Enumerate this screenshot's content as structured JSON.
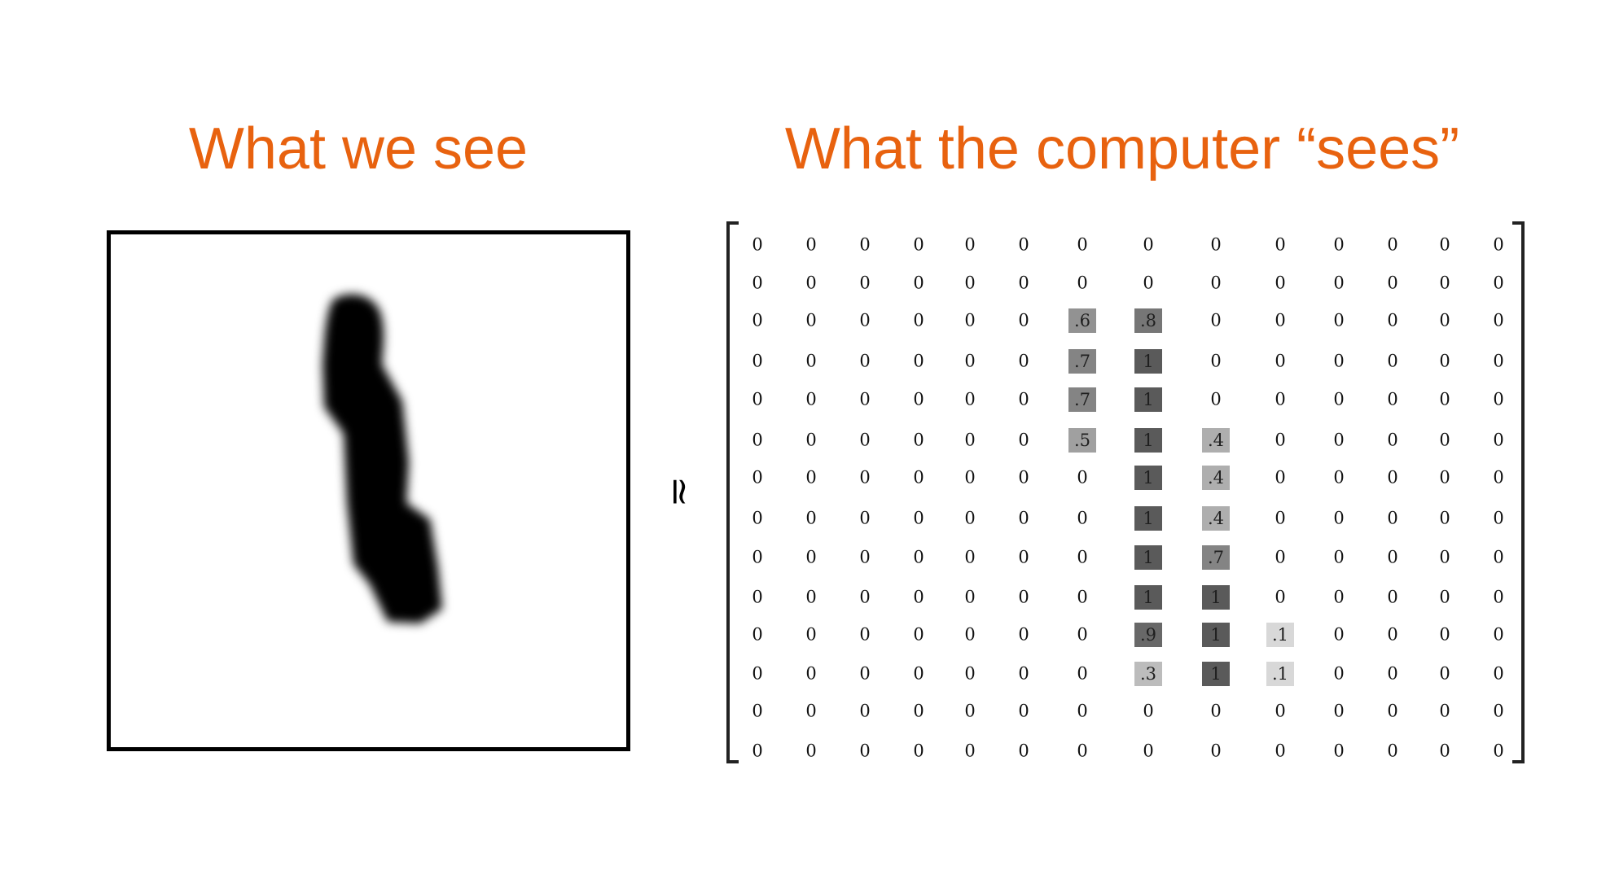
{
  "headings": {
    "left": "What we see",
    "right": "What the computer “sees”"
  },
  "accent_color": "#e8620f",
  "approx_symbol": "≃",
  "matrix": {
    "rows": [
      [
        "0",
        "0",
        "0",
        "0",
        "0",
        "0",
        "0",
        "0",
        "0",
        "0",
        "0",
        "0",
        "0",
        "0"
      ],
      [
        "0",
        "0",
        "0",
        "0",
        "0",
        "0",
        "0",
        "0",
        "0",
        "0",
        "0",
        "0",
        "0",
        "0"
      ],
      [
        "0",
        "0",
        "0",
        "0",
        "0",
        "0",
        ".6",
        ".8",
        "0",
        "0",
        "0",
        "0",
        "0",
        "0"
      ],
      [
        "0",
        "0",
        "0",
        "0",
        "0",
        "0",
        ".7",
        "1",
        "0",
        "0",
        "0",
        "0",
        "0",
        "0"
      ],
      [
        "0",
        "0",
        "0",
        "0",
        "0",
        "0",
        ".7",
        "1",
        "0",
        "0",
        "0",
        "0",
        "0",
        "0"
      ],
      [
        "0",
        "0",
        "0",
        "0",
        "0",
        "0",
        ".5",
        "1",
        ".4",
        "0",
        "0",
        "0",
        "0",
        "0"
      ],
      [
        "0",
        "0",
        "0",
        "0",
        "0",
        "0",
        "0",
        "1",
        ".4",
        "0",
        "0",
        "0",
        "0",
        "0"
      ],
      [
        "0",
        "0",
        "0",
        "0",
        "0",
        "0",
        "0",
        "1",
        ".4",
        "0",
        "0",
        "0",
        "0",
        "0"
      ],
      [
        "0",
        "0",
        "0",
        "0",
        "0",
        "0",
        "0",
        "1",
        ".7",
        "0",
        "0",
        "0",
        "0",
        "0"
      ],
      [
        "0",
        "0",
        "0",
        "0",
        "0",
        "0",
        "0",
        "1",
        "1",
        "0",
        "0",
        "0",
        "0",
        "0"
      ],
      [
        "0",
        "0",
        "0",
        "0",
        "0",
        "0",
        "0",
        ".9",
        "1",
        ".1",
        "0",
        "0",
        "0",
        "0"
      ],
      [
        "0",
        "0",
        "0",
        "0",
        "0",
        "0",
        "0",
        ".3",
        "1",
        ".1",
        "0",
        "0",
        "0",
        "0"
      ],
      [
        "0",
        "0",
        "0",
        "0",
        "0",
        "0",
        "0",
        "0",
        "0",
        "0",
        "0",
        "0",
        "0",
        "0"
      ],
      [
        "0",
        "0",
        "0",
        "0",
        "0",
        "0",
        "0",
        "0",
        "0",
        "0",
        "0",
        "0",
        "0",
        "0"
      ]
    ]
  }
}
